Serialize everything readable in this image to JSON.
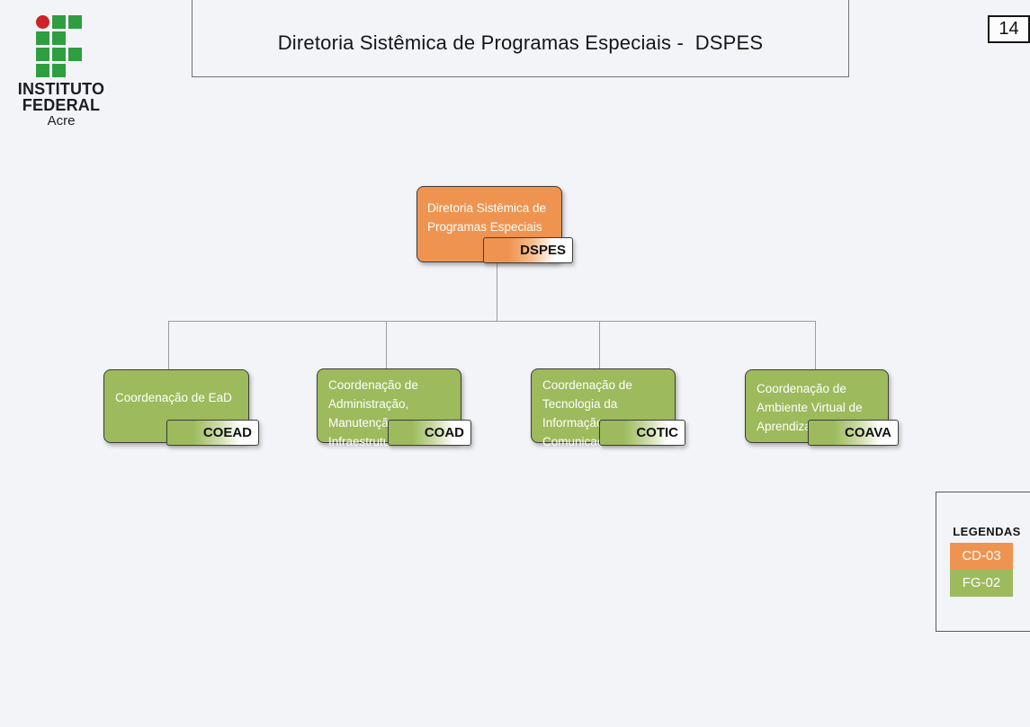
{
  "logo": {
    "institution_line1": "INSTITUTO",
    "institution_line2": "FEDERAL",
    "institution_line3": "Acre",
    "mark_green_color": "#2f9e41",
    "mark_red_color": "#cd2328"
  },
  "header": {
    "title": "Diretoria Sistêmica de Programas Especiais -  DSPES",
    "page_number": "14"
  },
  "org_chart": {
    "connector_color": "#9c9c9c",
    "root": {
      "label": "Diretoria Sistêmica de Programas Especiais",
      "tag": "DSPES",
      "fill_color": "#ef9450"
    },
    "children": [
      {
        "label": "Coordenação de EaD",
        "tag": "COEAD",
        "fill_color": "#9dba5c"
      },
      {
        "label": "Coordenação de Administração, Manutenção e Infraestrutura",
        "tag": "COAD",
        "fill_color": "#9dba5c"
      },
      {
        "label": "Coordenação de Tecnologia da Informação e Comunicação",
        "tag": "COTIC",
        "fill_color": "#9dba5c"
      },
      {
        "label": "Coordenação de Ambiente Virtual de Aprendizagem - AVA",
        "tag": "COAVA",
        "fill_color": "#9dba5c"
      }
    ]
  },
  "legend": {
    "title": "LEGENDAS",
    "items": [
      {
        "label": "CD-03",
        "color": "#ef9450"
      },
      {
        "label": "FG-02",
        "color": "#9dba5c"
      }
    ]
  }
}
